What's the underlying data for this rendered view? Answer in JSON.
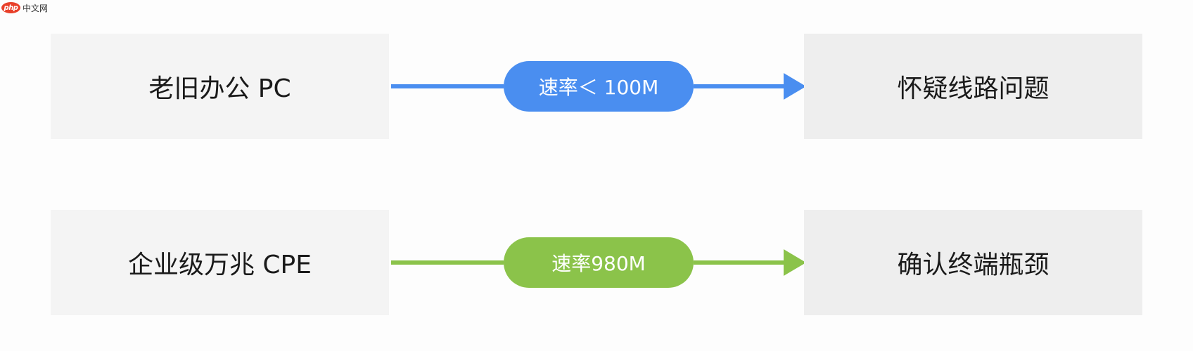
{
  "watermark": {
    "logo": "php",
    "site": "中文网"
  },
  "colors": {
    "blue": "#4a8ef0",
    "green": "#8bc34a",
    "box_left_bg": "#f4f4f4",
    "box_right_bg": "#eeeeee"
  },
  "flows": [
    {
      "source": "老旧办公 PC",
      "label": "速率＜ 100M",
      "target": "怀疑线路问题",
      "color": "blue"
    },
    {
      "source": "企业级万兆 CPE",
      "label": "速率980M",
      "target": "确认终端瓶颈",
      "color": "green"
    }
  ]
}
